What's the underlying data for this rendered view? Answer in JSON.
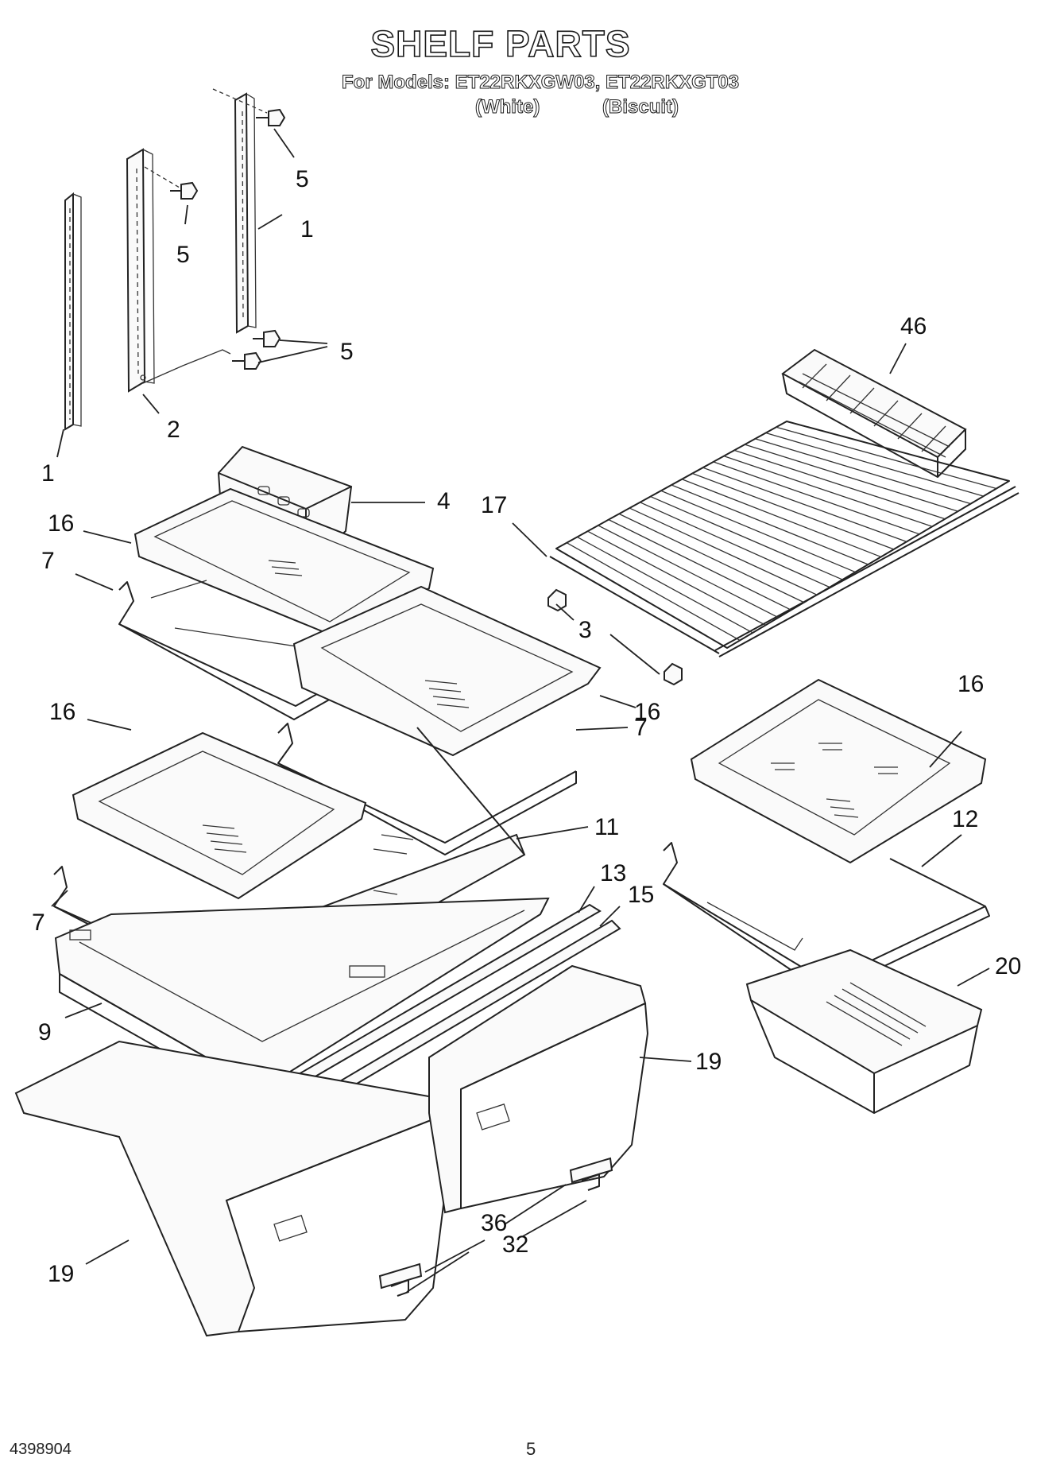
{
  "header": {
    "title": "SHELF PARTS",
    "models": "For Models: ET22RKXGW03, ET22RKXGT03",
    "variant_white": "(White)",
    "variant_biscuit": "(Biscuit)"
  },
  "footer": {
    "doc_number": "4398904",
    "page_number": "5"
  },
  "callouts": [
    {
      "id": "c5a",
      "label": "5"
    },
    {
      "id": "c1a",
      "label": "1"
    },
    {
      "id": "c5b",
      "label": "5"
    },
    {
      "id": "c5c",
      "label": "5"
    },
    {
      "id": "c2",
      "label": "2"
    },
    {
      "id": "c1b",
      "label": "1"
    },
    {
      "id": "c46",
      "label": "46"
    },
    {
      "id": "c4",
      "label": "4"
    },
    {
      "id": "c16a",
      "label": "16"
    },
    {
      "id": "c17",
      "label": "17"
    },
    {
      "id": "c7a",
      "label": "7"
    },
    {
      "id": "c3",
      "label": "3"
    },
    {
      "id": "c16b",
      "label": "16"
    },
    {
      "id": "c16c",
      "label": "16"
    },
    {
      "id": "c16d",
      "label": "16"
    },
    {
      "id": "c7b",
      "label": "7"
    },
    {
      "id": "c11",
      "label": "11"
    },
    {
      "id": "c12",
      "label": "12"
    },
    {
      "id": "c13",
      "label": "13"
    },
    {
      "id": "c15",
      "label": "15"
    },
    {
      "id": "c7c",
      "label": "7"
    },
    {
      "id": "c20",
      "label": "20"
    },
    {
      "id": "c9",
      "label": "9"
    },
    {
      "id": "c19a",
      "label": "19"
    },
    {
      "id": "c36",
      "label": "36"
    },
    {
      "id": "c32",
      "label": "32"
    },
    {
      "id": "c19b",
      "label": "19"
    }
  ]
}
